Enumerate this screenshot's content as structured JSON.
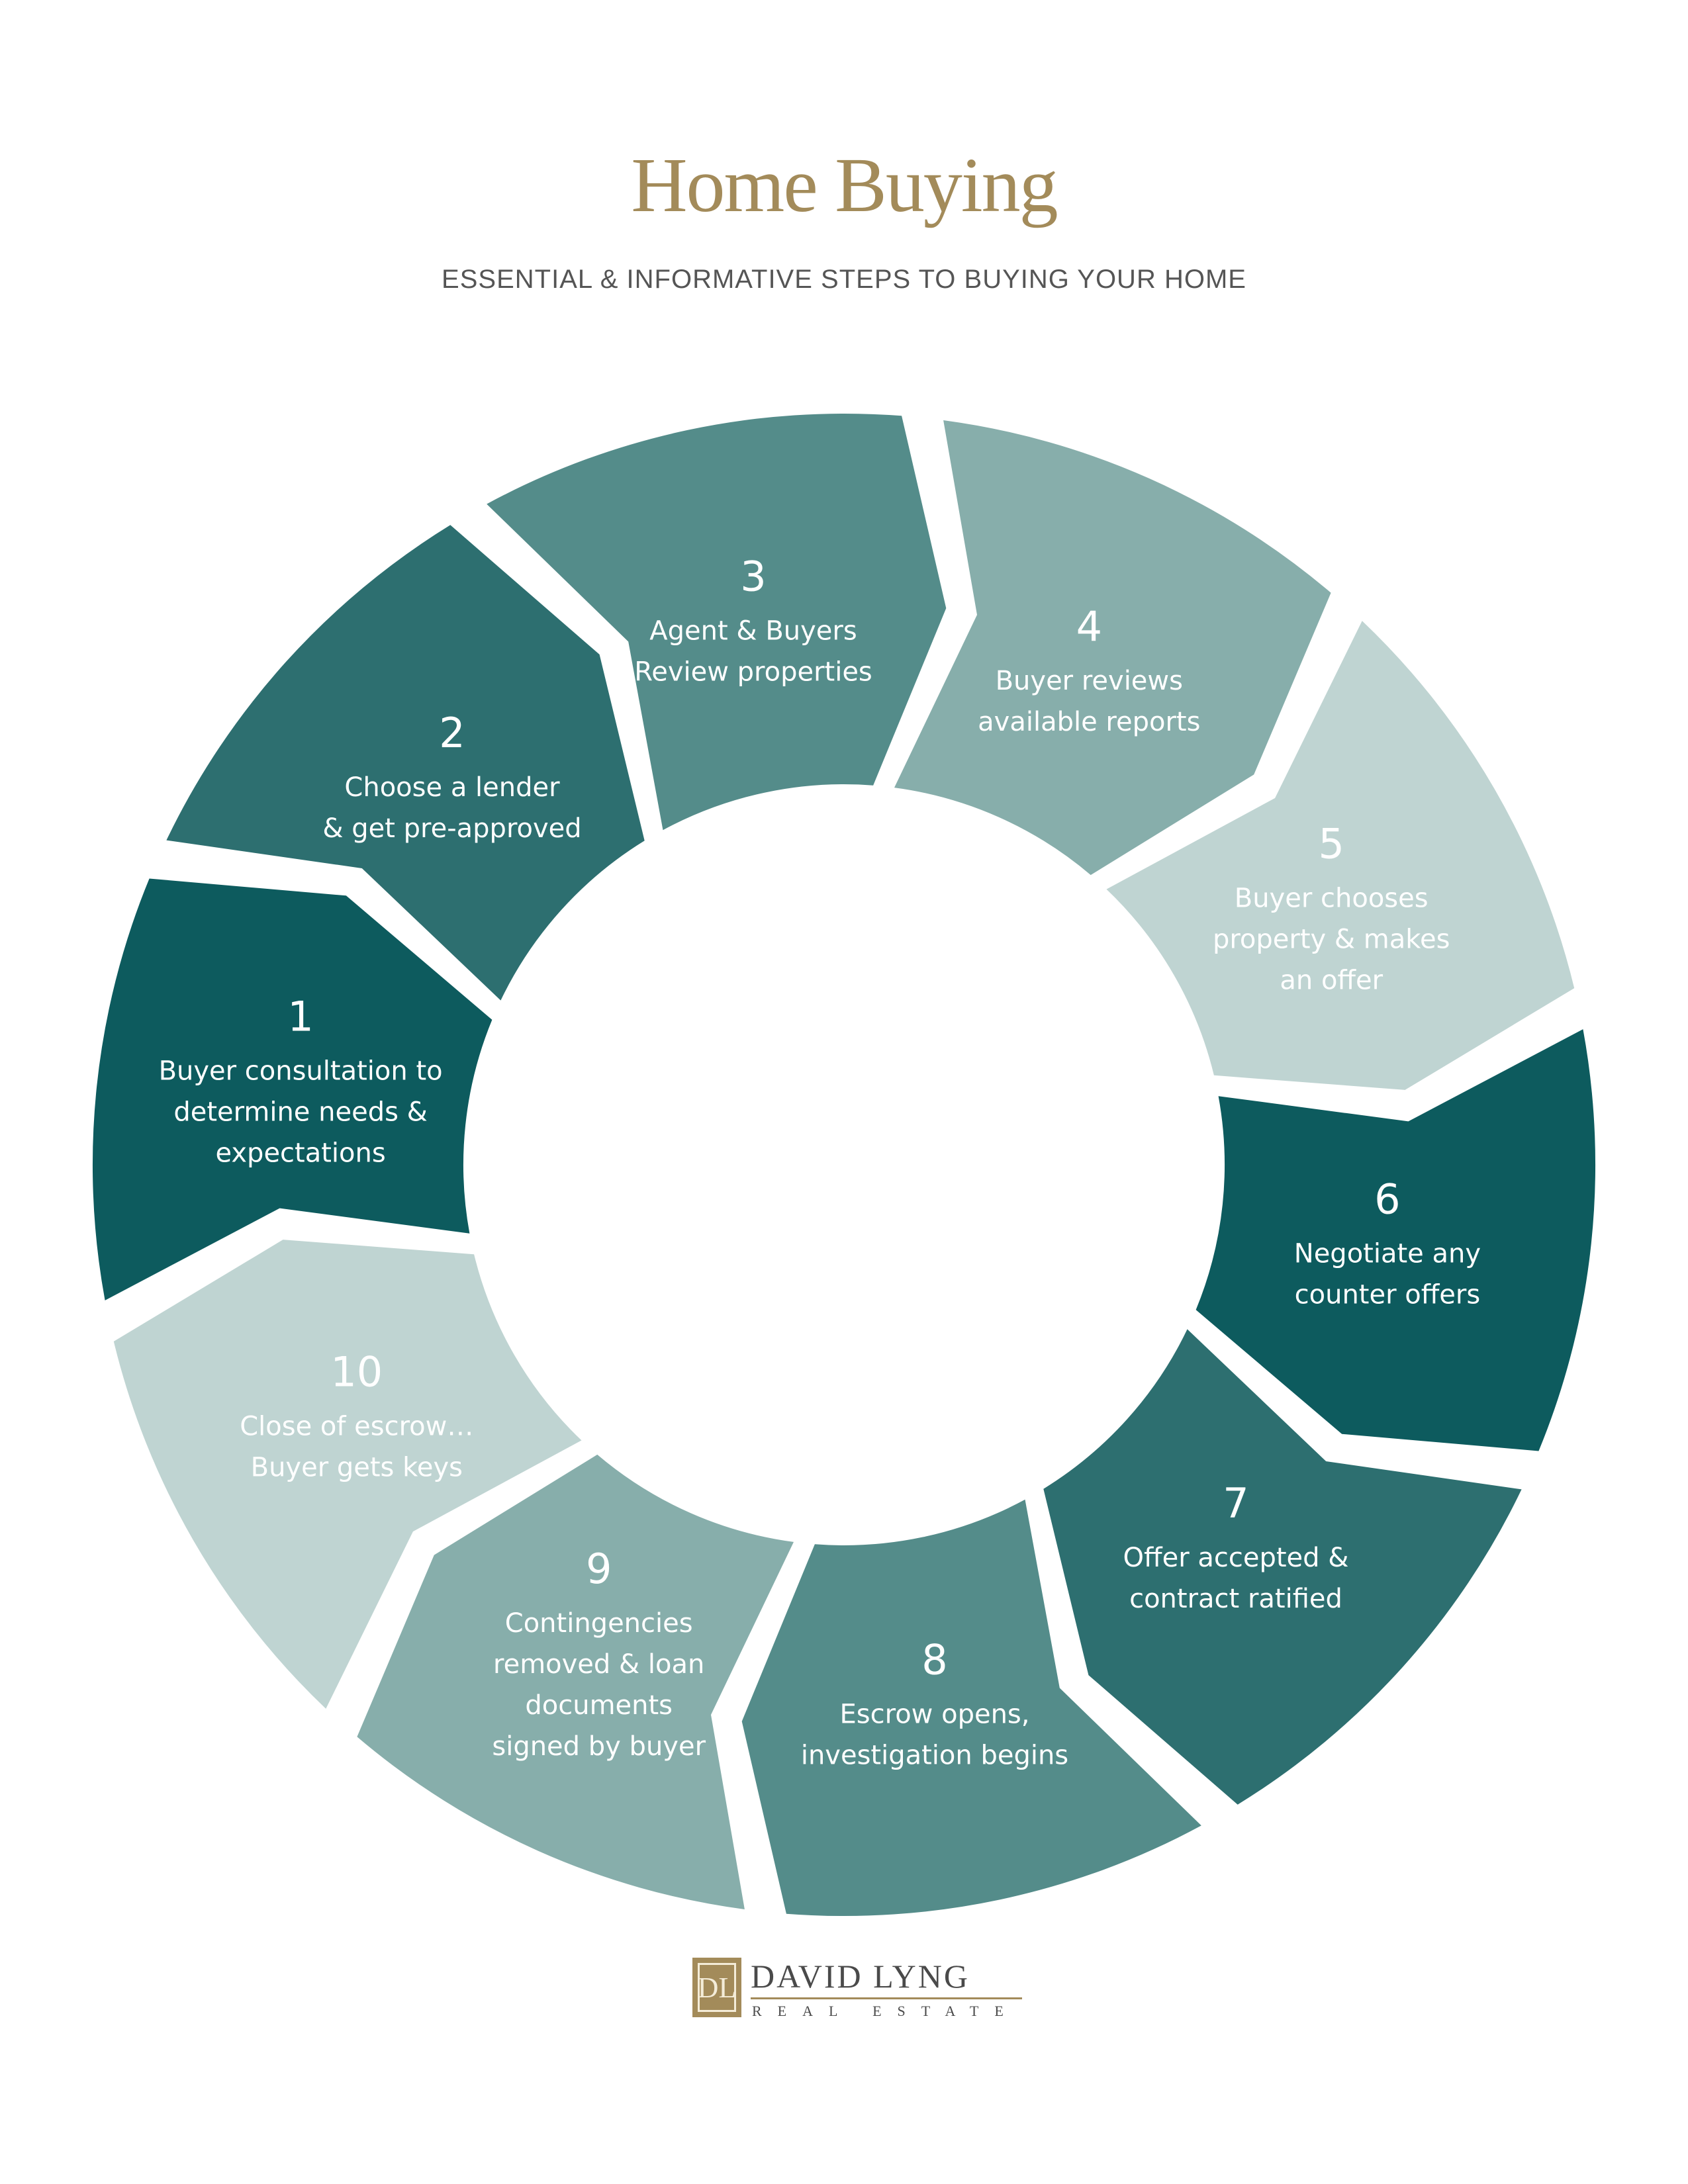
{
  "header": {
    "title": "Home Buying",
    "subtitle": "ESSENTIAL & INFORMATIVE STEPS TO BUYING YOUR HOME"
  },
  "colors": {
    "gold": "#a38b5a",
    "dark_teal": "#0d5b5e",
    "teal": "#2d6f70",
    "mid_teal": "#548c8a",
    "light_teal": "#87aeab",
    "pale_teal": "#bfd4d2"
  },
  "steps": [
    {
      "number": "1",
      "lines": [
        "Buyer consultation to",
        "determine needs &",
        "expectations"
      ],
      "color": "dark_teal"
    },
    {
      "number": "2",
      "lines": [
        "Choose a lender",
        "& get pre-approved"
      ],
      "color": "teal"
    },
    {
      "number": "3",
      "lines": [
        "Agent & Buyers",
        "Review properties"
      ],
      "color": "mid_teal"
    },
    {
      "number": "4",
      "lines": [
        "Buyer reviews",
        "available reports"
      ],
      "color": "light_teal"
    },
    {
      "number": "5",
      "lines": [
        "Buyer chooses",
        "property & makes",
        "an offer"
      ],
      "color": "pale_teal"
    },
    {
      "number": "6",
      "lines": [
        "Negotiate any",
        "counter offers"
      ],
      "color": "dark_teal"
    },
    {
      "number": "7",
      "lines": [
        "Offer accepted &",
        "contract ratified"
      ],
      "color": "teal"
    },
    {
      "number": "8",
      "lines": [
        "Escrow opens,",
        "investigation begins"
      ],
      "color": "mid_teal"
    },
    {
      "number": "9",
      "lines": [
        "Contingencies",
        "removed & loan",
        "documents",
        "signed by  buyer"
      ],
      "color": "light_teal"
    },
    {
      "number": "10",
      "lines": [
        "Close of escrow…",
        "Buyer gets keys"
      ],
      "color": "pale_teal"
    }
  ],
  "logo": {
    "monogram": "DL",
    "brand": "DAVID LYNG",
    "tagline": "REAL ESTATE"
  }
}
